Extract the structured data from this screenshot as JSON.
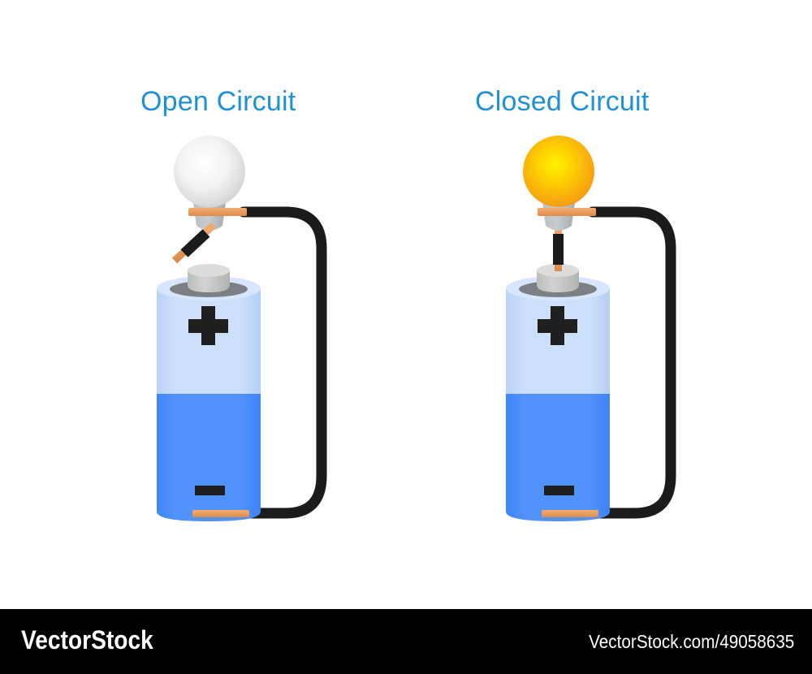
{
  "diagram": {
    "accent_color": "#1E91D6",
    "background": "#ffffff",
    "panels": [
      {
        "id": "open-circuit",
        "title": "Open Circuit",
        "bulb_state": "off",
        "bulb_colors": {
          "glass_center": "#ffffff",
          "glass_edge": "#d9d9d9",
          "base": "#b0b3b6"
        },
        "wire_state": "disconnected",
        "battery": {
          "plus_label": "+",
          "minus_label": "−",
          "top_color": "#C9DEFA",
          "bottom_color": "#4D8FFC",
          "cap_color": "#C9C9C7"
        },
        "cable_color": "#1b1b1b",
        "lead_color": "#EFA467"
      },
      {
        "id": "closed-circuit",
        "title": "Closed Circuit",
        "bulb_state": "on",
        "bulb_colors": {
          "glass_center": "#FFE600",
          "glass_edge": "#F7A11A",
          "base": "#b0b3b6"
        },
        "wire_state": "connected",
        "battery": {
          "plus_label": "+",
          "minus_label": "−",
          "top_color": "#C9DEFA",
          "bottom_color": "#4D8FFC",
          "cap_color": "#C9C9C7"
        },
        "cable_color": "#1b1b1b",
        "lead_color": "#EFA467"
      }
    ]
  },
  "footer": {
    "brand": "VectorStock",
    "url": "VectorStock.com/49058635",
    "background": "#000000",
    "text_color": "#ffffff"
  }
}
